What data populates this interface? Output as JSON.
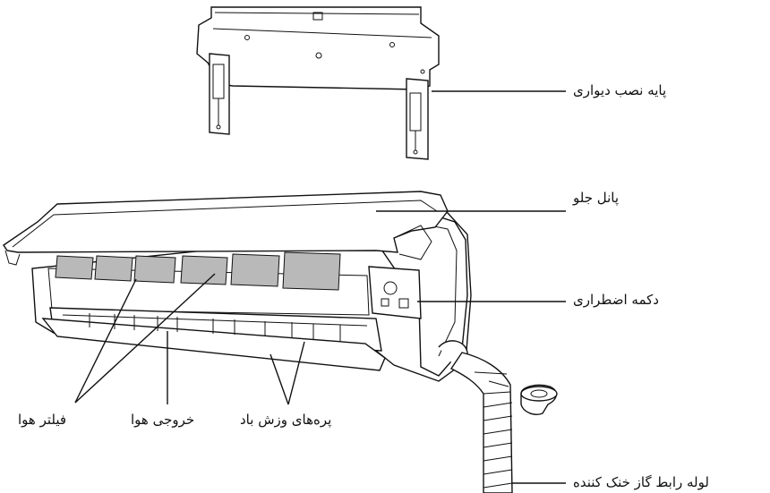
{
  "labels": {
    "wall_mount": "پایه نصب دیواری",
    "front_panel": "پانل جلو",
    "emergency_button": "دکمه اضطراری",
    "air_filter": "فیلتر هوا",
    "air_outlet": "خروجی هوا",
    "louvers": "پره‌های وزش باد",
    "refrigerant_pipe": "لوله رابط گاز خنک کننده"
  }
}
